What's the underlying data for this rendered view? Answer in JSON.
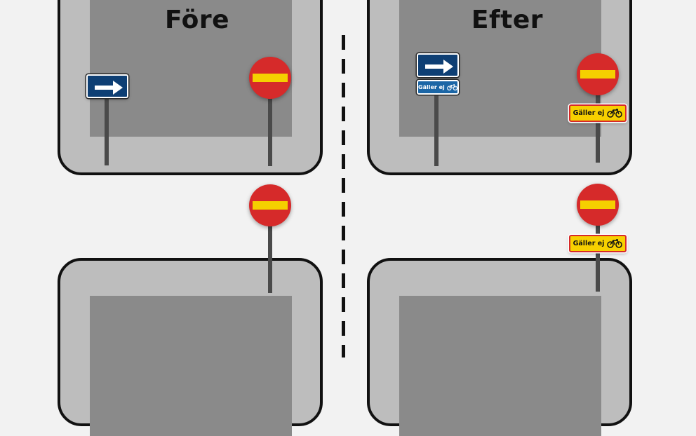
{
  "labels": {
    "before": "Före",
    "after": "Efter"
  },
  "plate_text": "Gäller ej",
  "icons": {
    "one_way": "arrow-right-icon",
    "exception": "bicycle-icon"
  },
  "colors": {
    "background": "#f2f2f2",
    "block_outer": "#bdbdbd",
    "block_inner": "#8a8a8a",
    "outline": "#111111",
    "pole": "#4a4a4a",
    "no_entry_red": "#d62a2a",
    "no_entry_bar": "#f5d000",
    "one_way_blue": "#0e3f74",
    "exception_plate_blue": "#1b66a6",
    "exception_plate_yellow": "#f7d000"
  }
}
